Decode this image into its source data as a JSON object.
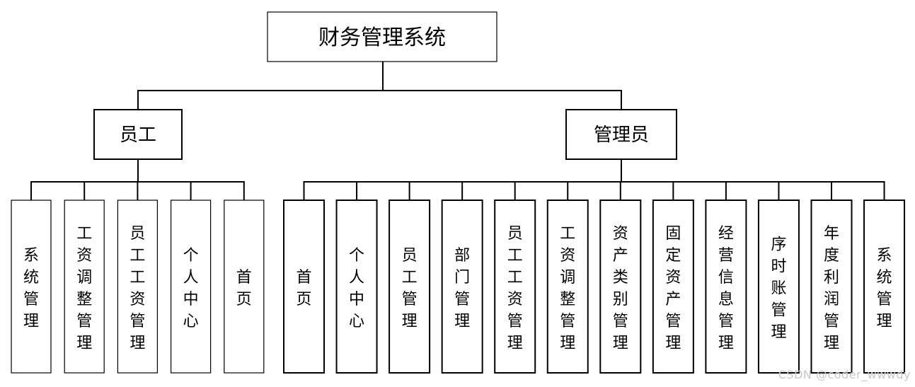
{
  "root": "财务管理系统",
  "roles": [
    {
      "label": "员工",
      "modules": [
        "系统管理",
        "工资调整管理",
        "员工工资管理",
        "个人中心",
        "首页"
      ]
    },
    {
      "label": "管理员",
      "modules": [
        "首页",
        "个人中心",
        "员工管理",
        "部门管理",
        "员工工资管理",
        "工资调整管理",
        "资产类别管理",
        "固定资产管理",
        "经营信息管理",
        "序时账管理",
        "年度利润管理",
        "系统管理"
      ]
    }
  ],
  "watermark": "CSDN @coder_wwwdy"
}
